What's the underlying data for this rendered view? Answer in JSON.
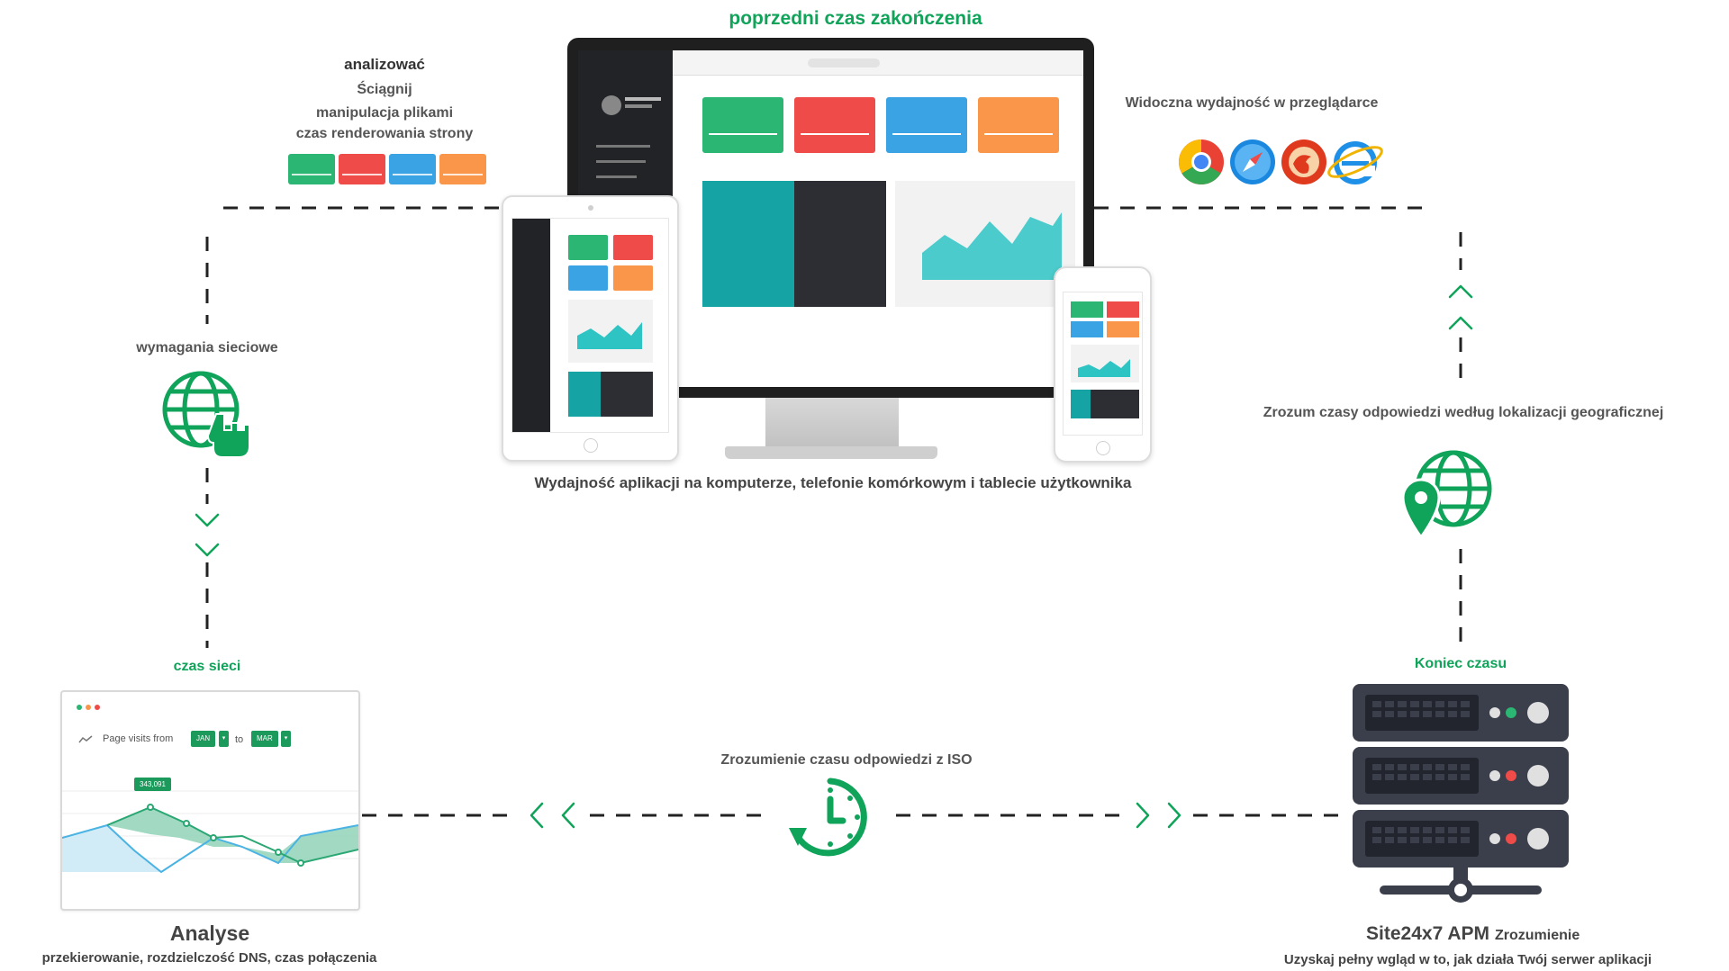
{
  "texts": {
    "top_title": "poprzedni czas zakończenia",
    "analyze_title": "analizować",
    "analyze_lines": [
      "Ściągnij",
      "manipulacja plikami",
      "czas renderowania strony"
    ],
    "browser_perf": "Widoczna wydajność w przeglądarce",
    "network_req": "wymagania sieciowe",
    "geo_text": "Zrozum czasy odpowiedzi według lokalizacji geograficznej",
    "devices_caption": "Wydajność aplikacji na komputerze, telefonie komórkowym i tablecie użytkownika",
    "network_time": "czas sieci",
    "end_time": "Koniec czasu",
    "iso_text": "Zrozumienie czasu odpowiedzi z ISO",
    "analyse_title": "Analyse",
    "analyse_sub": "przekierowanie, rozdzielczość DNS, czas połączenia",
    "apm_title": "Site24x7 APM",
    "apm_word": "Zrozumienie",
    "apm_sub": "Uzyskaj pełny wgląd w to, jak działa Twój serwer aplikacji"
  },
  "analyse_widget": {
    "page_visits_label": "Page visits from",
    "from_value": "JAN",
    "to_label": "to",
    "to_value": "MAR",
    "tooltip": "343,091"
  },
  "colors": {
    "accent_green": "#10a35a",
    "card_green": "#2bb673",
    "card_red": "#ef4b48",
    "card_blue": "#3aa3e3",
    "card_orange": "#f9964a",
    "server_dark": "#3b3f4c"
  },
  "icons": {
    "network": "globe-hand-icon",
    "geo": "globe-pin-icon",
    "clock": "clock-refresh-icon",
    "browsers": [
      "chrome-icon",
      "safari-icon",
      "firefox-icon",
      "ie-icon"
    ]
  }
}
